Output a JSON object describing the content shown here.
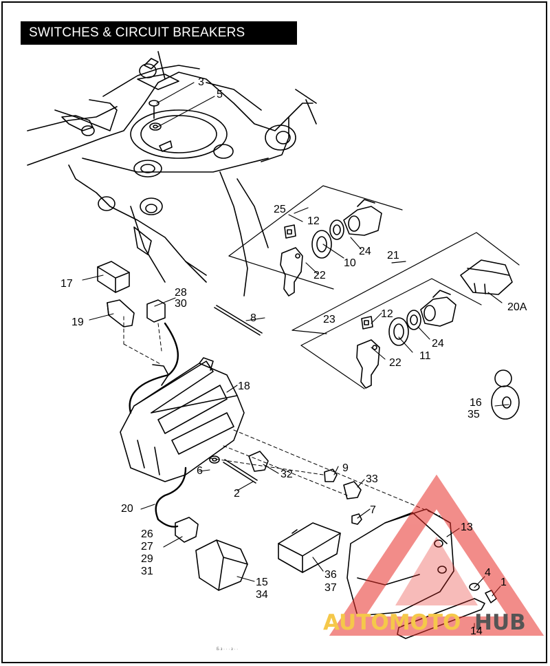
{
  "title": "SWITCHES & CIRCUIT BREAKERS",
  "callouts": {
    "c1": "1",
    "c2": "2",
    "c3": "3",
    "c4": "4",
    "c5": "5",
    "c6": "6",
    "c7": "7",
    "c8": "8",
    "c9": "9",
    "c10": "10",
    "c11": "11",
    "c12a": "12",
    "c12b": "12",
    "c13": "13",
    "c14": "14",
    "c15": "15",
    "c34": "34",
    "c16": "16",
    "c35": "35",
    "c17": "17",
    "c18": "18",
    "c19": "19",
    "c20": "20",
    "c20a": "20A",
    "c21": "21",
    "c22a": "22",
    "c22b": "22",
    "c23": "23",
    "c24a": "24",
    "c24b": "24",
    "c25": "25",
    "c26": "26",
    "c27": "27",
    "c29": "29",
    "c31": "31",
    "c28": "28",
    "c30": "30",
    "c32": "32",
    "c33": "33",
    "c36": "36",
    "c37": "37"
  },
  "watermark": {
    "part1": "AUTOMOTO",
    "part2": "HUB",
    "color1": "#f5c84a",
    "color2": "#555555",
    "triangle_color": "#e8302a"
  },
  "footer_text": "Б    з   · · ·   з · ·"
}
